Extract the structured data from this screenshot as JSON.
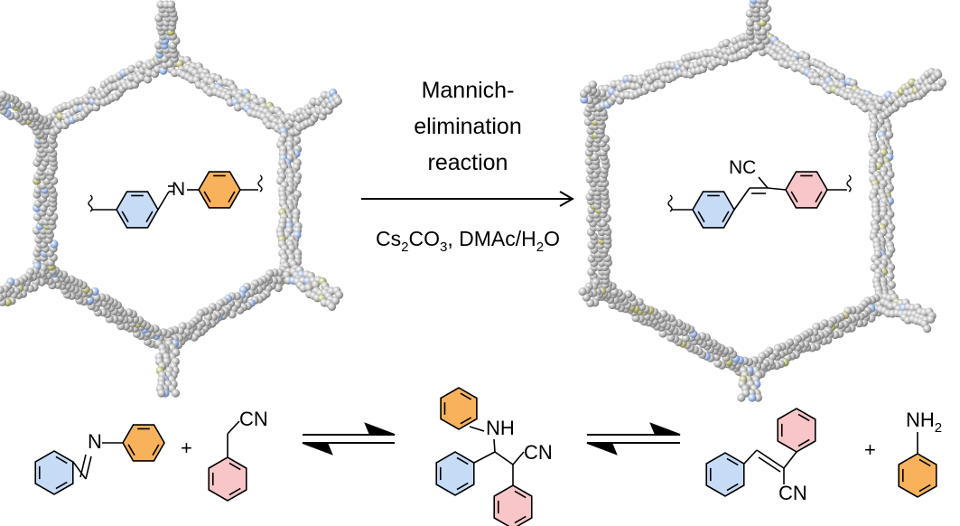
{
  "colors": {
    "blue_ring": "#c6dcf6",
    "orange_ring": "#f9b25c",
    "pink_ring": "#f8c6c9",
    "framework_atom": "#bdbdbd",
    "nitrogen_atom": "#9fb8e6",
    "sulfur_atom": "#b8b884"
  },
  "reaction": {
    "condition_line1": "Mannich-",
    "condition_line2": "elimination",
    "condition_line3": "reaction",
    "reagent_cs": "Cs",
    "reagent_sub2": "2",
    "reagent_co": "CO",
    "reagent_sub3": "3",
    "reagent_rest": ", DMAc/H",
    "reagent_sub2b": "2",
    "reagent_o": "O"
  },
  "top_left_molecule": {
    "n_label": "N"
  },
  "top_right_molecule": {
    "nc_label": "NC"
  },
  "bottom_scheme": {
    "imine_n": "N",
    "plus1": "+",
    "nitrile_cn": "CN",
    "intermediate_nh": "NH",
    "intermediate_cn": "CN",
    "product_cn": "CN",
    "plus2": "+",
    "aniline_nh": "NH",
    "aniline_sub2": "2"
  }
}
